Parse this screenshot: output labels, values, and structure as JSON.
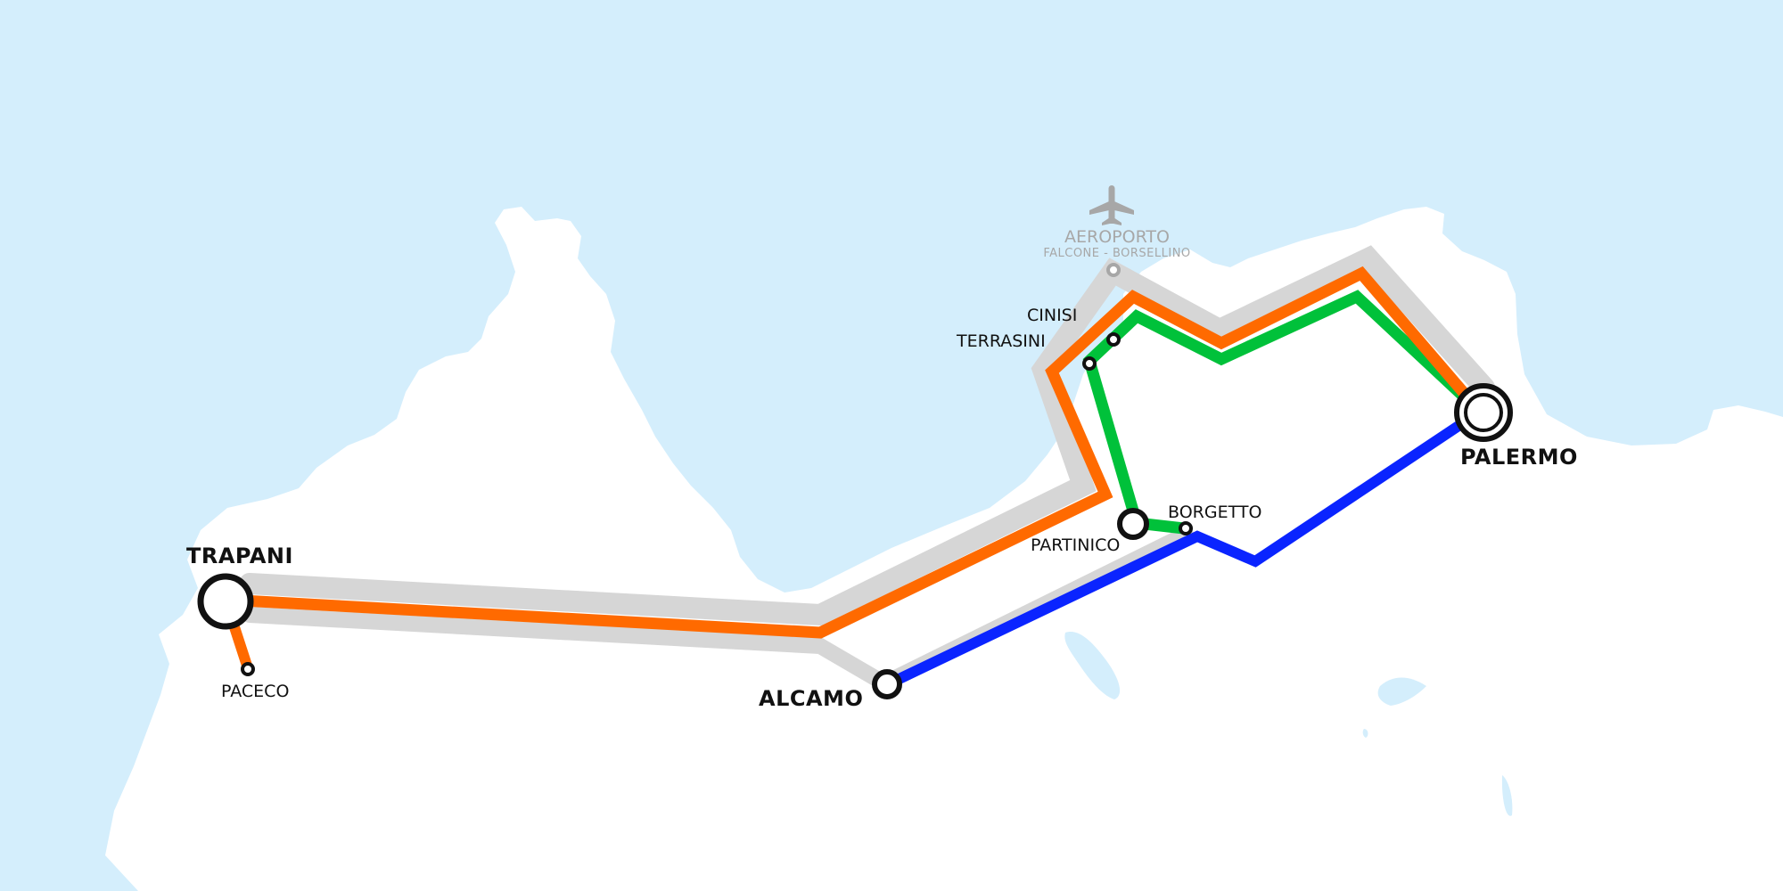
{
  "colors": {
    "sea": "#d4eefc",
    "land": "#ffffff",
    "line_orange": "#ff6a00",
    "line_green": "#00c13a",
    "line_blue": "#0a24ff",
    "line_grey": "#d6d6d6",
    "airport_grey": "#a7a7a7",
    "station_stroke": "#111111"
  },
  "lines": [
    {
      "id": "orange",
      "color_key": "line_orange"
    },
    {
      "id": "green",
      "color_key": "line_green"
    },
    {
      "id": "blue",
      "color_key": "line_blue"
    },
    {
      "id": "grey",
      "color_key": "line_grey"
    }
  ],
  "stations": {
    "trapani": {
      "label": "TRAPANI"
    },
    "paceco": {
      "label": "PACECO"
    },
    "alcamo": {
      "label": "ALCAMO"
    },
    "partinico": {
      "label": "PARTINICO"
    },
    "borgetto": {
      "label": "BORGETTO"
    },
    "terrasini": {
      "label": "TERRASINI"
    },
    "cinisi": {
      "label": "CINISI"
    },
    "palermo": {
      "label": "PALERMO"
    },
    "airport": {
      "label": "AEROPORTO",
      "sublabel": "FALCONE - BORSELLINO",
      "icon": "airplane-icon"
    }
  }
}
